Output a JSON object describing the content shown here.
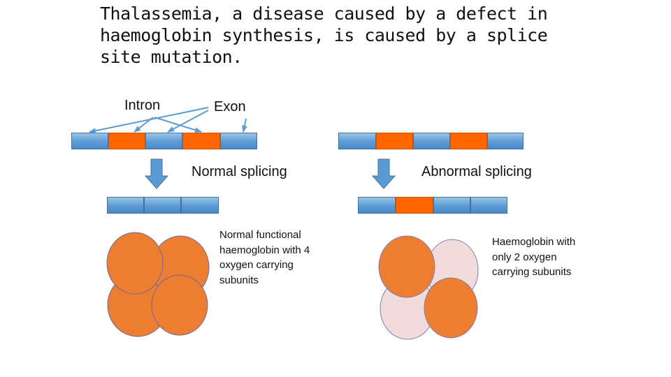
{
  "title": "Thalassemia, a disease caused by a defect in haemoglobin synthesis, is caused by a splice site mutation.",
  "labels": {
    "intron": "Intron",
    "exon": "Exon",
    "normal_splicing": "Normal splicing",
    "abnormal_splicing": "Abnormal splicing"
  },
  "captions": {
    "normal": "Normal functional haemoglobin with 4 oxygen carrying subunits",
    "abnormal": "Haemoglobin with only 2 oxygen carrying subunits"
  },
  "colors": {
    "exon_blue": "#5B9BD5",
    "intron_orange": "#FF6600",
    "subunit_active": "#ED7D31",
    "subunit_inactive": "#F2DCDB"
  },
  "strips": {
    "gene_left": [
      "exon",
      "intron",
      "exon",
      "intron",
      "exon"
    ],
    "gene_right": [
      "exon",
      "intron",
      "exon",
      "intron",
      "exon"
    ],
    "mrna_normal": [
      "exon",
      "exon",
      "exon"
    ],
    "mrna_abnormal": [
      "exon",
      "intron",
      "exon",
      "exon"
    ]
  },
  "subunits": {
    "normal": [
      "active",
      "active",
      "active",
      "active"
    ],
    "abnormal": [
      "inactive",
      "active",
      "inactive",
      "active"
    ]
  }
}
